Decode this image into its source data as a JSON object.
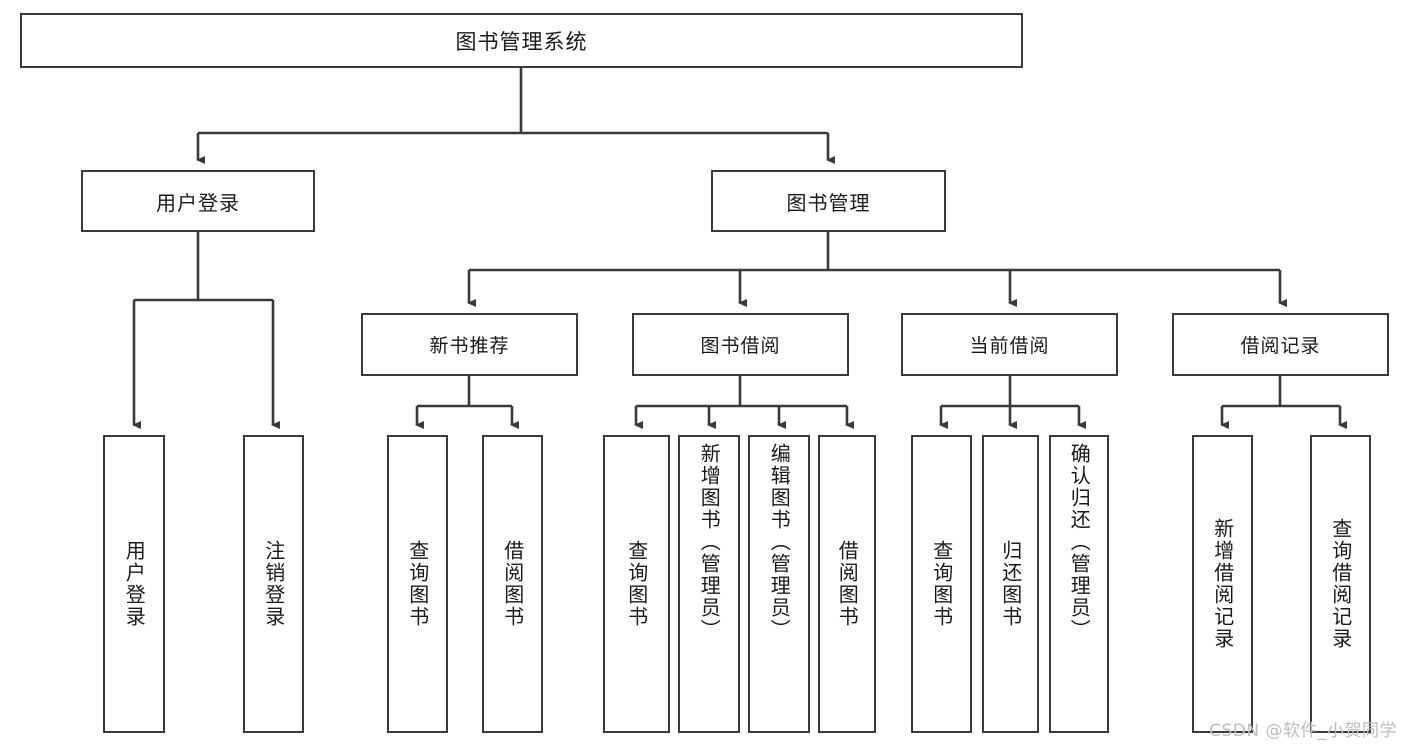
{
  "diagram": {
    "title": "图书管理系统",
    "type": "tree-hierarchy",
    "root": {
      "label": "图书管理系统"
    },
    "level2": [
      {
        "label": "用户登录"
      },
      {
        "label": "图书管理"
      }
    ],
    "level3": [
      {
        "label": "新书推荐"
      },
      {
        "label": "图书借阅"
      },
      {
        "label": "当前借阅"
      },
      {
        "label": "借阅记录"
      }
    ],
    "leaves": {
      "user_login": [
        {
          "label": "用户登录"
        },
        {
          "label": "注销登录"
        }
      ],
      "new_book_recommend": [
        {
          "label": "查询图书"
        },
        {
          "label": "借阅图书"
        }
      ],
      "book_borrow": [
        {
          "label": "查询图书"
        },
        {
          "label": "新增图书（管理员）"
        },
        {
          "label": "编辑图书（管理员）"
        },
        {
          "label": "借阅图书"
        }
      ],
      "current_borrow": [
        {
          "label": "查询图书"
        },
        {
          "label": "归还图书"
        },
        {
          "label": "确认归还（管理员）"
        }
      ],
      "borrow_records": [
        {
          "label": "新增借阅记录"
        },
        {
          "label": "查询借阅记录"
        }
      ]
    }
  },
  "watermark": {
    "text": "CSDN @软件_小贺同学"
  },
  "colors": {
    "box_border": "#3a3a3a",
    "connector": "#3a3a3a",
    "background": "#ffffff",
    "text": "#1a1a1a",
    "watermark": "#bdbdbd"
  }
}
